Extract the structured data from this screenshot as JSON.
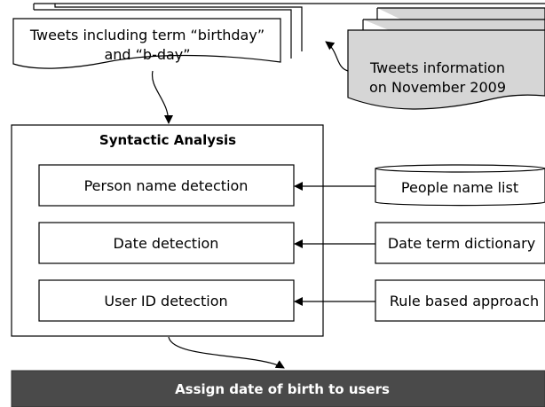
{
  "tweets_doc": {
    "line1": "Tweets including term “birthday”",
    "line2": "and “b-day”"
  },
  "source_doc": {
    "line1": "Tweets information",
    "line2": "on November 2009"
  },
  "analysis": {
    "title": "Syntactic Analysis",
    "steps": [
      {
        "label": "Person name detection"
      },
      {
        "label": "Date detection"
      },
      {
        "label": "User ID detection"
      }
    ]
  },
  "resources": [
    {
      "label": "People name list"
    },
    {
      "label": "Date term dictionary"
    },
    {
      "label": "Rule based approach"
    }
  ],
  "output": {
    "label": "Assign date of birth to users"
  },
  "colors": {
    "doc_fill": "#d6d6d6",
    "output_fill": "#4a4a4a",
    "stroke": "#000000"
  }
}
